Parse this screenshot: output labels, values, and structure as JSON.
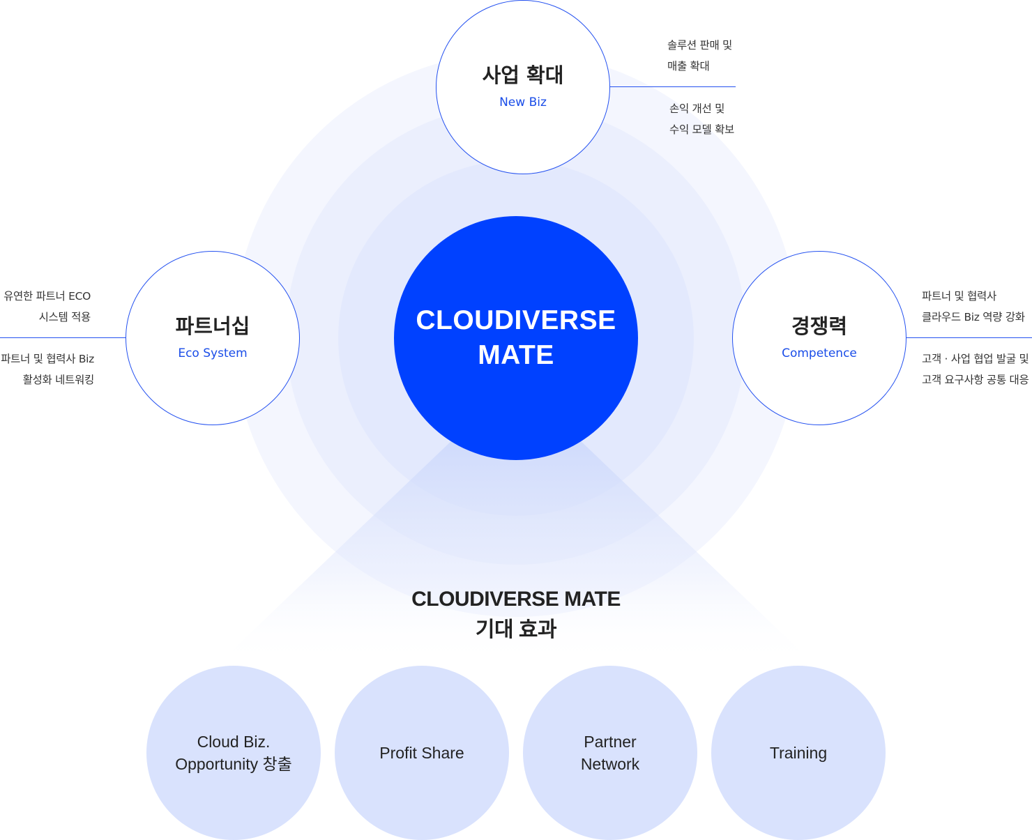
{
  "center": {
    "title": "CLOUDIVERSE\nMATE"
  },
  "nodes": {
    "biz": {
      "title": "사업 확대",
      "subtitle": "New Biz",
      "notes_upper": "솔루션 판매 및\n매출 확대",
      "notes_lower": "손익 개선 및\n수익 모델 확보"
    },
    "partner": {
      "title": "파트너십",
      "subtitle": "Eco System",
      "notes_upper": "유연한 파트너 ECO\n시스템 적용",
      "notes_lower": "파트너 및 협력사 Biz\n활성화 네트워킹"
    },
    "competence": {
      "title": "경쟁력",
      "subtitle": "Competence",
      "notes_upper": "파트너 및 협력사\n클라우드 Biz 역량 강화",
      "notes_lower": "고객 · 사업 협업 발굴 및\n고객 요구사항 공통 대응"
    }
  },
  "effects": {
    "title": "CLOUDIVERSE MATE\n기대 효과",
    "items": [
      {
        "label": "Cloud Biz.\nOpportunity 창출"
      },
      {
        "label": "Profit Share"
      },
      {
        "label": "Partner\nNetwork"
      },
      {
        "label": "Training"
      }
    ]
  },
  "colors": {
    "brand_blue": "#0041ff",
    "node_border": "#2451f0",
    "ring_outer": "#f4f6fe",
    "ring_mid": "#ebeffd",
    "ring_inner": "#e3e9fd",
    "effect_fill": "#d9e2fd"
  }
}
